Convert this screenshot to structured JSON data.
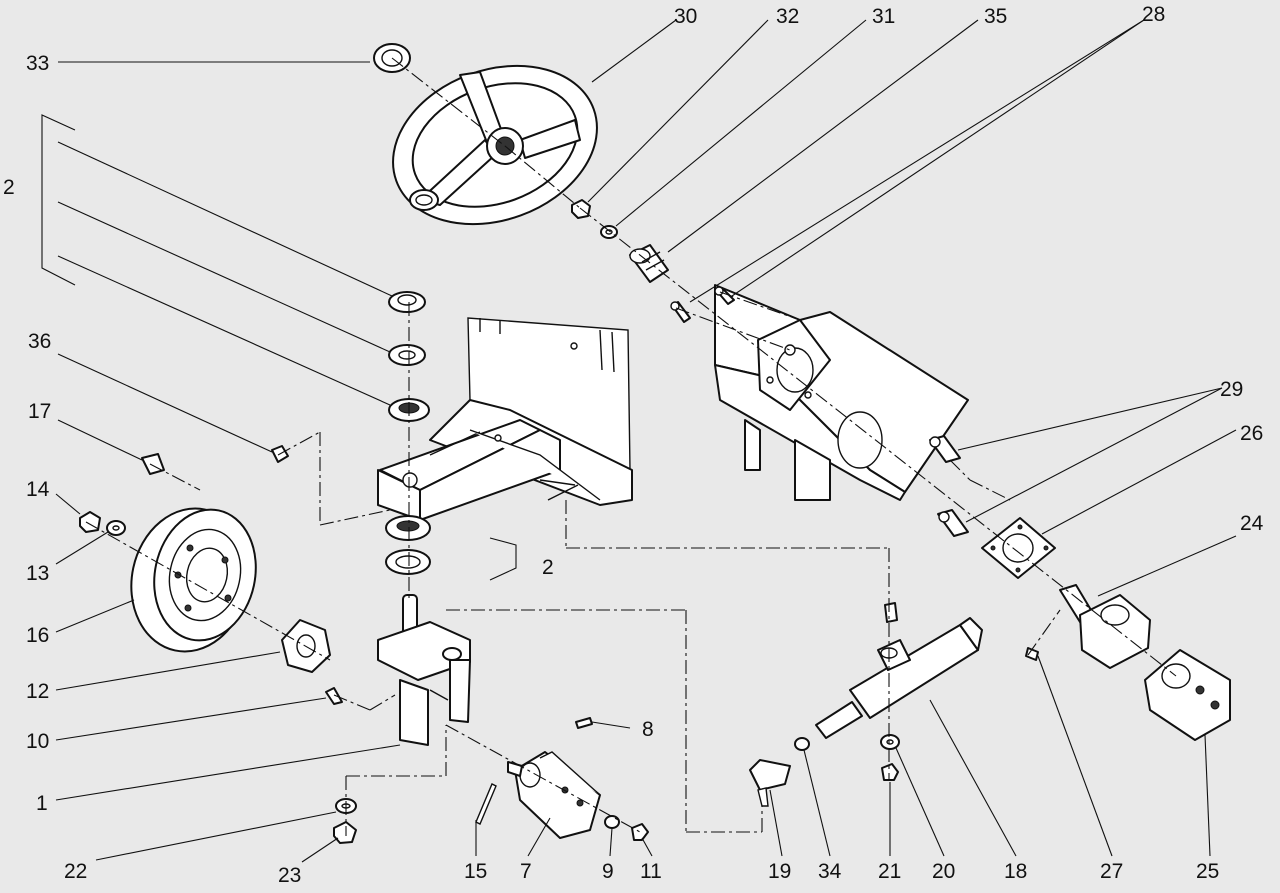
{
  "figure": {
    "callouts": [
      {
        "id": "c30",
        "text": "30"
      },
      {
        "id": "c32",
        "text": "32"
      },
      {
        "id": "c31",
        "text": "31"
      },
      {
        "id": "c35",
        "text": "35"
      },
      {
        "id": "c28",
        "text": "28"
      },
      {
        "id": "c33",
        "text": "33"
      },
      {
        "id": "c2a",
        "text": "2"
      },
      {
        "id": "c36",
        "text": "36"
      },
      {
        "id": "c17",
        "text": "17"
      },
      {
        "id": "c14",
        "text": "14"
      },
      {
        "id": "c13",
        "text": "13"
      },
      {
        "id": "c16",
        "text": "16"
      },
      {
        "id": "c12",
        "text": "12"
      },
      {
        "id": "c10",
        "text": "10"
      },
      {
        "id": "c1",
        "text": "1"
      },
      {
        "id": "c22",
        "text": "22"
      },
      {
        "id": "c23",
        "text": "23"
      },
      {
        "id": "c15",
        "text": "15"
      },
      {
        "id": "c7",
        "text": "7"
      },
      {
        "id": "c9",
        "text": "9"
      },
      {
        "id": "c11",
        "text": "11"
      },
      {
        "id": "c8",
        "text": "8"
      },
      {
        "id": "c2b",
        "text": "2"
      },
      {
        "id": "c19",
        "text": "19"
      },
      {
        "id": "c34",
        "text": "34"
      },
      {
        "id": "c21",
        "text": "21"
      },
      {
        "id": "c20",
        "text": "20"
      },
      {
        "id": "c18",
        "text": "18"
      },
      {
        "id": "c27",
        "text": "27"
      },
      {
        "id": "c25",
        "text": "25"
      },
      {
        "id": "c24",
        "text": "24"
      },
      {
        "id": "c26",
        "text": "26"
      },
      {
        "id": "c29",
        "text": "29"
      }
    ]
  }
}
